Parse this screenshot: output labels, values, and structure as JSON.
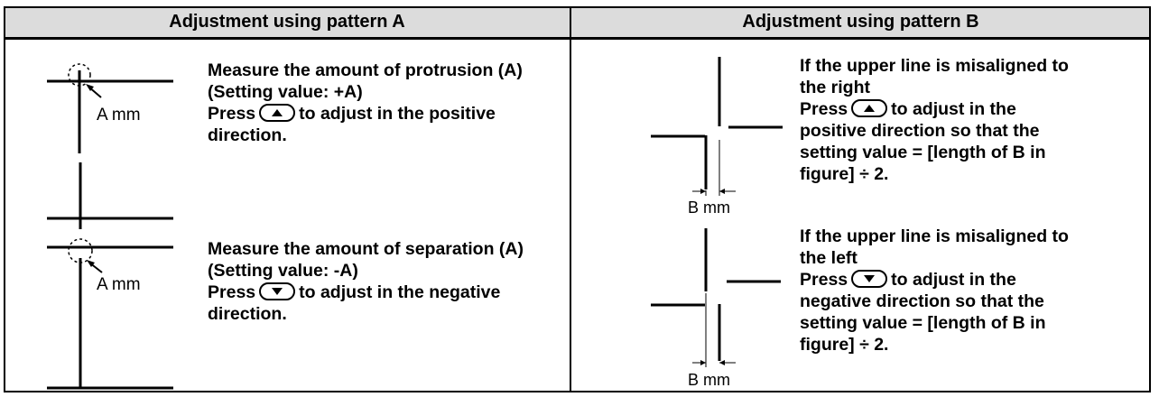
{
  "header": {
    "col_a": "Adjustment using pattern A",
    "col_b": "Adjustment using pattern B"
  },
  "pattern_a": {
    "protrusion": {
      "line1": "Measure the amount of protrusion (A)",
      "line2": "(Setting value: +A)",
      "press": "Press",
      "after_key": "to adjust in the positive",
      "line4": "direction.",
      "key_icon": "up-arrow-key-icon",
      "dim_label": "A mm"
    },
    "separation": {
      "line1": "Measure the amount of separation (A)",
      "line2": "(Setting value: -A)",
      "press": "Press",
      "after_key": "to adjust in the negative",
      "line4": "direction.",
      "key_icon": "down-arrow-key-icon",
      "dim_label": "A mm"
    }
  },
  "pattern_b": {
    "right": {
      "line1": "If the upper line is misaligned to",
      "line2": "the right",
      "press": "Press",
      "after_key": "to adjust in the",
      "line4": "positive direction so that the",
      "line5": "setting value = [length of B in",
      "line6": "figure] ÷ 2.",
      "key_icon": "up-arrow-key-icon",
      "dim_label": "B mm"
    },
    "left": {
      "line1": "If the upper line is misaligned to",
      "line2": "the left",
      "press": "Press",
      "after_key": "to adjust in the",
      "line4": "negative direction so that the",
      "line5": "setting value = [length of B in",
      "line6": "figure] ÷ 2.",
      "key_icon": "down-arrow-key-icon",
      "dim_label": "B mm"
    }
  }
}
